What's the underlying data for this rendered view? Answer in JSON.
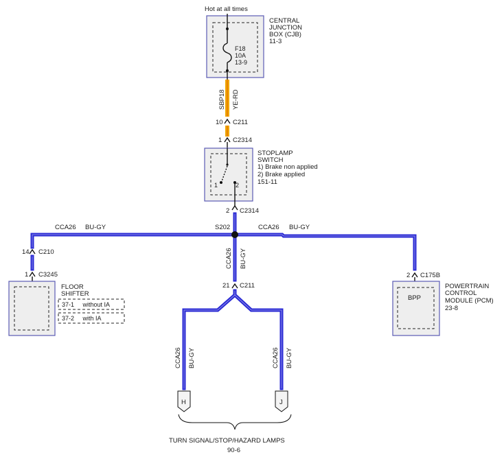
{
  "colors": {
    "bu_gy_wire": "#2a2ad4",
    "ye_rd_wire": "#f0a800",
    "ye_rd_core": "#e06000",
    "component_border": "#5a5ab4",
    "component_fill": "#eeeeee"
  },
  "power_source": {
    "label": "Hot at all times"
  },
  "cjb": {
    "name_lines": [
      "CENTRAL",
      "JUNCTION",
      "BOX (CJB)",
      "11-3"
    ],
    "fuse_lines": [
      "F18",
      "10A",
      "13-9"
    ]
  },
  "wire_sbp18": {
    "circuit": "SBP18",
    "color": "YE-RD"
  },
  "connector_c211_top": {
    "pin": "10",
    "name": "C211"
  },
  "connector_c2314_in": {
    "pin": "1",
    "name": "C2314"
  },
  "stoplamp_switch": {
    "name_lines": [
      "STOPLAMP",
      "SWITCH",
      "1) Brake non applied",
      "2) Brake applied",
      "151-11"
    ],
    "pin1": "1",
    "pin2": "2"
  },
  "connector_c2314_out": {
    "pin": "2",
    "name": "C2314"
  },
  "splice": {
    "name": "S202"
  },
  "wire_left": {
    "circuit": "CCA26",
    "color": "BU-GY"
  },
  "wire_right": {
    "circuit": "CCA26",
    "color": "BU-GY"
  },
  "wire_center": {
    "circuit": "CCA26",
    "color": "BU-GY"
  },
  "connector_c210": {
    "pin": "14",
    "name": "C210"
  },
  "connector_c3245": {
    "pin": "1",
    "name": "C3245"
  },
  "floor_shifter": {
    "name_lines": [
      "FLOOR",
      "SHIFTER"
    ],
    "options": [
      "37-1     without IA",
      "37-2     with IA"
    ]
  },
  "connector_c211_bottom": {
    "pin": "21",
    "name": "C211"
  },
  "connector_c175b": {
    "pin": "2",
    "name": "C175B"
  },
  "pcm": {
    "name_lines": [
      "POWERTRAIN",
      "CONTROL",
      "MODULE (PCM)",
      "23-8"
    ],
    "inner_label": "BPP"
  },
  "wire_branch_h": {
    "circuit": "CCA26",
    "color": "BU-GY"
  },
  "wire_branch_j": {
    "circuit": "CCA26",
    "color": "BU-GY"
  },
  "terminal_h": {
    "label": "H"
  },
  "terminal_j": {
    "label": "J"
  },
  "lamps": {
    "name": "TURN SIGNAL/STOP/HAZARD LAMPS",
    "ref": "90-6"
  }
}
